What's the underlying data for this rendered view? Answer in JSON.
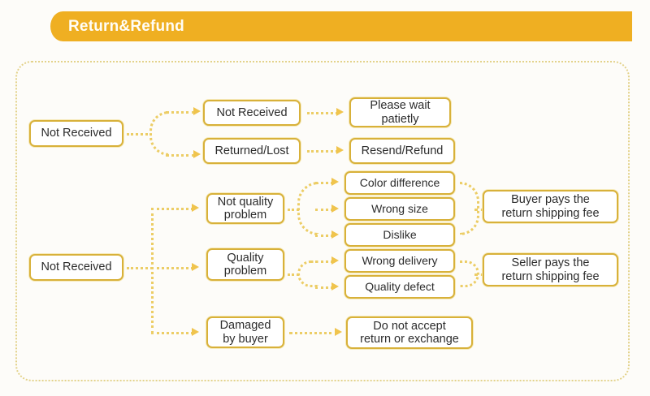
{
  "header": {
    "title": "Return&Refund",
    "banner_color": "#efaf22",
    "title_color": "#fffdf6"
  },
  "container": {
    "border_color": "#e3d28a",
    "border_style": "dotted"
  },
  "theme": {
    "node_border": "#d8b13a",
    "node_fill": "#ffffff",
    "connector": "#eccd66",
    "arrow": "#f0c44d",
    "text": "#2c2c2c"
  },
  "flow": {
    "nodes": {
      "not_received_top": "Not Received",
      "not_received_branch": "Not Received",
      "returned_lost": "Returned/Lost",
      "please_wait": "Please wait\npatietly",
      "resend_refund": "Resend/Refund",
      "not_received_mid": "Not Received",
      "not_quality_problem": "Not quality\nproblem",
      "quality_problem": "Quality\nproblem",
      "damaged_by_buyer": "Damaged\nby buyer",
      "color_difference": "Color difference",
      "wrong_size": "Wrong size",
      "dislike": "Dislike",
      "wrong_delivery": "Wrong delivery",
      "quality_defect": "Quality defect",
      "buyer_pays": "Buyer pays the\nreturn shipping fee",
      "seller_pays": "Seller pays the\nreturn shipping fee",
      "do_not_accept": "Do not accept\nreturn or exchange"
    }
  }
}
